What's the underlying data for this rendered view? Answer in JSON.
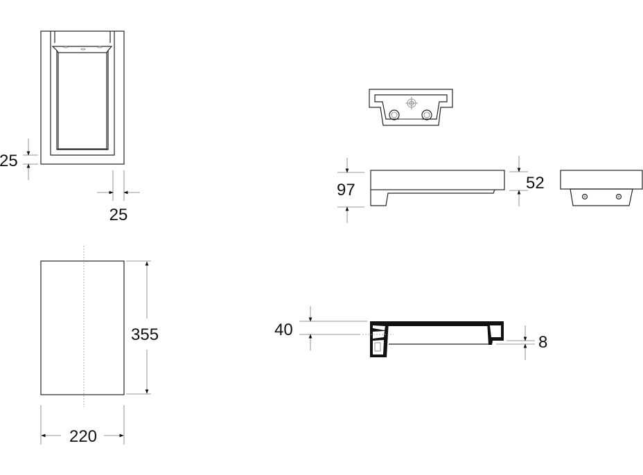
{
  "drawing": {
    "front_view": {
      "frame_bottom_width": "25",
      "frame_side_width": "25"
    },
    "top_view": {
      "height": "355",
      "width": "220"
    },
    "side_view": {
      "total_height": "97",
      "top_thickness": "52"
    },
    "section_view": {
      "height": "40",
      "lip": "8"
    }
  },
  "colors": {
    "line": "#222222",
    "background": "#ffffff"
  }
}
